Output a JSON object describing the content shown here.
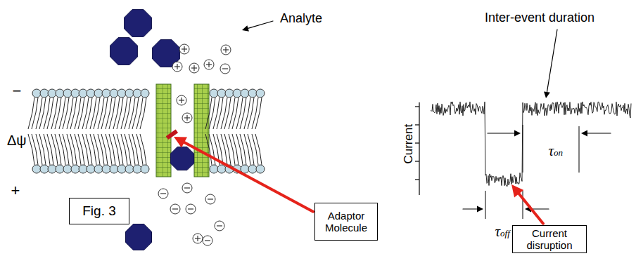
{
  "diagram": {
    "nodes": [
      {
        "text": [
          "Fig. 3"
        ]
      },
      {
        "text": [
          "Adaptor Molecule"
        ]
      },
      {
        "text": [
          "Current disruption"
        ]
      }
    ],
    "labels": [
      "Analyte",
      "−",
      "Δψ",
      "+",
      "Inter-event duration",
      "Current",
      "τon",
      "τoff"
    ]
  }
}
